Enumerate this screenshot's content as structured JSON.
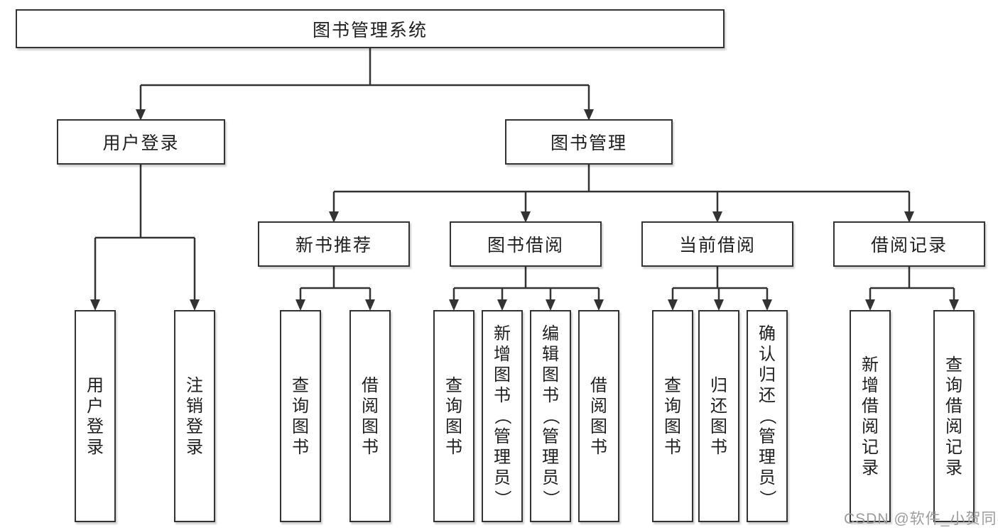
{
  "root": {
    "label": "图书管理系统"
  },
  "level1": {
    "user_login": {
      "label": "用户登录"
    },
    "book_mgmt": {
      "label": "图书管理"
    }
  },
  "level2": {
    "new_book_rec": {
      "label": "新书推荐"
    },
    "book_borrow": {
      "label": "图书借阅"
    },
    "current_borrow": {
      "label": "当前借阅"
    },
    "borrow_record": {
      "label": "借阅记录"
    }
  },
  "leaves": {
    "user_login": {
      "label": "用户登录"
    },
    "logout": {
      "label": "注销登录"
    },
    "nbr_query_book": {
      "label": "查询图书"
    },
    "nbr_borrow_book": {
      "label": "借阅图书"
    },
    "bb_query_book": {
      "label": "查询图书"
    },
    "bb_add_book": {
      "label": "新增图书（管理员）"
    },
    "bb_edit_book": {
      "label": "编辑图书（管理员）"
    },
    "bb_borrow_book": {
      "label": "借阅图书"
    },
    "cb_query_book": {
      "label": "查询图书"
    },
    "cb_return_book": {
      "label": "归还图书"
    },
    "cb_confirm_return": {
      "label": "确认归还（管理员）"
    },
    "br_add_record": {
      "label": "新增借阅记录"
    },
    "br_query_record": {
      "label": "查询借阅记录"
    }
  },
  "watermark": "CSDN @软件_小贺同学",
  "colors": {
    "background": "#ffffff",
    "box_border": "#333333",
    "connector": "#333333",
    "text": "#1f1f1f",
    "watermark": "#9c9c9c"
  }
}
